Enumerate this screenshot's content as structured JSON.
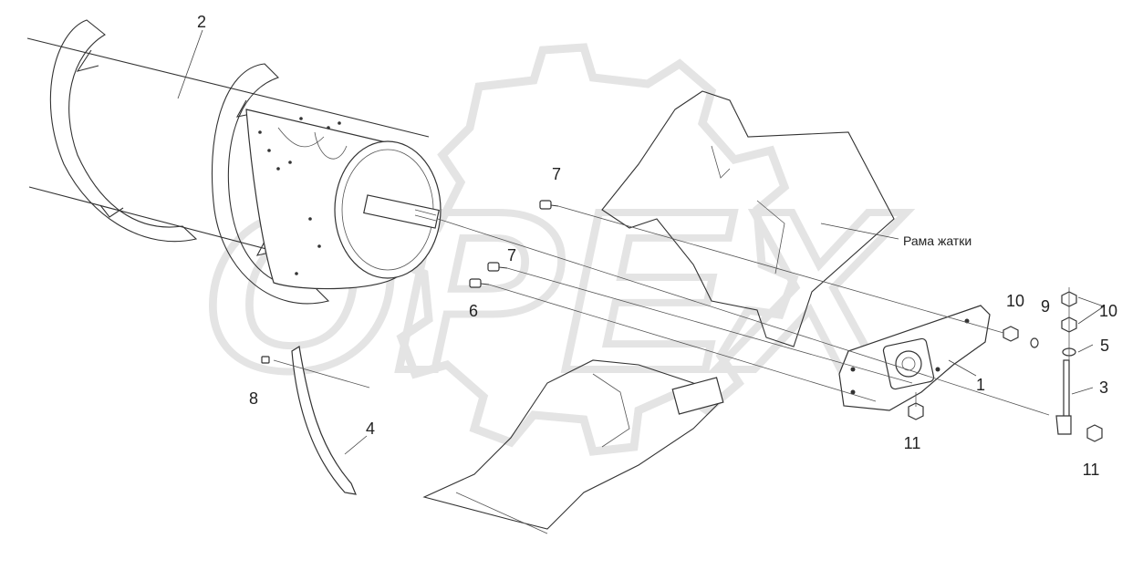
{
  "callouts": {
    "c1": "1",
    "c2": "2",
    "c3": "3",
    "c4": "4",
    "c5": "5",
    "c6": "6",
    "c7a": "7",
    "c7b": "7",
    "c8": "8",
    "c9": "9",
    "c10a": "10",
    "c10b": "10",
    "c11a": "11",
    "c11b": "11"
  },
  "labels": {
    "frame": "Рама жатки"
  },
  "watermark": {
    "text": "OPEX",
    "color": "#e4e4e4"
  }
}
